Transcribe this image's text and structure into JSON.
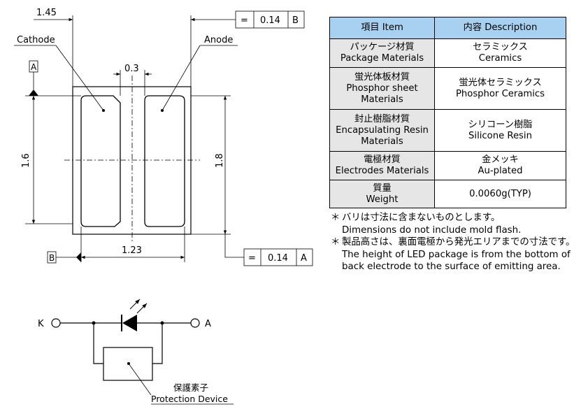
{
  "outline": {
    "cathode_label": "Cathode",
    "anode_label": "Anode",
    "datum_a": "A",
    "datum_b": "B",
    "dim_width": "1.45",
    "dim_gap": "0.3",
    "dim_height": "1.6",
    "dim_height_right": "1.8",
    "dim_pad_width": "1.23",
    "fcf_top": {
      "symbol": "=",
      "value": "0.14",
      "datum": "B"
    },
    "fcf_bottom": {
      "symbol": "=",
      "value": "0.14",
      "datum": "A"
    }
  },
  "circuit": {
    "k_label": "K",
    "a_label": "A",
    "device_label_jp": "保護素子",
    "device_label_en": "Protection Device"
  },
  "table": {
    "header": {
      "item": "項目 Item",
      "description": "内容 Description"
    },
    "rows": [
      {
        "item_jp": "パッケージ材質",
        "item_en": "Package Materials",
        "desc_jp": "セラミックス",
        "desc_en": "Ceramics"
      },
      {
        "item_jp": "蛍光体板材質",
        "item_en": "Phosphor sheet",
        "item_en2": "Materials",
        "desc_jp": "蛍光体セラミックス",
        "desc_en": "Phosphor Ceramics"
      },
      {
        "item_jp": "封止樹脂材質",
        "item_en": "Encapsulating Resin",
        "item_en2": "Materials",
        "desc_jp": "シリコーン樹脂",
        "desc_en": "Silicone Resin"
      },
      {
        "item_jp": "電極材質",
        "item_en": "Electrodes Materials",
        "desc_jp": "金メッキ",
        "desc_en": "Au-plated"
      },
      {
        "item_jp": "質量",
        "item_en": "Weight",
        "desc": "0.0060g(TYP)"
      }
    ]
  },
  "notes": [
    {
      "mark": "＊",
      "jp": "バリは寸法に含まないものとします。",
      "en": "Dimensions do not include mold flash."
    },
    {
      "mark": "＊",
      "jp": "製品高さは、裏面電極から発光エリアまでの寸法です。",
      "en": "The height of LED package is from the bottom of",
      "en2": "back electrode to the surface of emitting area."
    }
  ]
}
